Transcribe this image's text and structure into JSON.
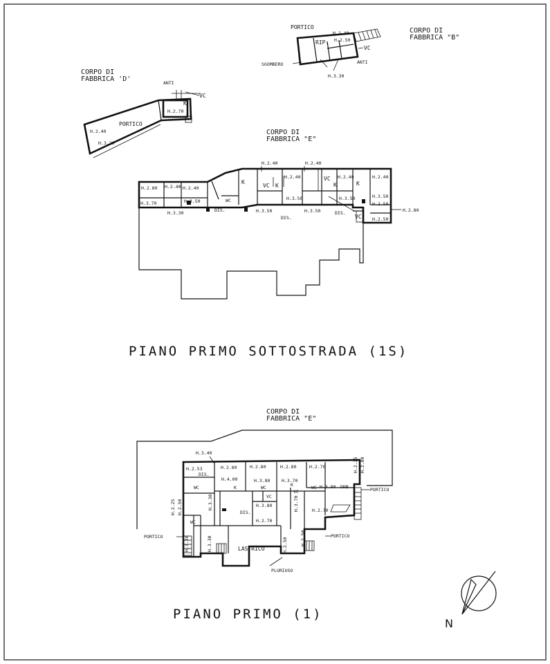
{
  "blocks": {
    "b": {
      "title1": "CORPO DI",
      "title2": "FABBRICA \"B\""
    },
    "d": {
      "title1": "CORPO DI",
      "title2": "FABBRICA 'D'"
    },
    "e_upper": {
      "title1": "CORPO DI",
      "title2": "FABBRICA \"E\""
    },
    "e_lower": {
      "title1": "CORPO DI",
      "title2": "FABBRICA \"E\""
    }
  },
  "plans": {
    "sottostrada": "PIANO PRIMO SOTTOSTRADA (1S)",
    "primo": "PIANO PRIMO (1)"
  },
  "labels_b": {
    "portico": "PORTICO",
    "rip": "RIP.",
    "h240": "H.2.40",
    "h250": "H.2.50",
    "vc": "VC",
    "sgombero": "SGOMBERO",
    "anti": "ANTI",
    "h330": "H.3.30"
  },
  "labels_d": {
    "anti": "ANTI",
    "vc": "VC",
    "h270": "H.2.70",
    "k": "K",
    "h240": "H.2.40",
    "portico": "PORTICO",
    "h320": "H.3.20"
  },
  "labels_e1": {
    "h240_top1": "H.2.40",
    "h240_top2": "H.2.40",
    "h280": "H.2.80",
    "h240_a": "H.2.40",
    "h240_b": "H.2.40",
    "h240_c": "H.2.40",
    "h240_d": "H.2.40",
    "h240_e": "H.2.40",
    "h370": "H.3.70",
    "h350_a": "H.3.50",
    "h330": "H.3.30",
    "dis_a": "DIS.",
    "wc": "WC",
    "vc_a": "VC",
    "k_a": "K",
    "vc_b": "VC",
    "k_b": "K",
    "h350_b": "H.3.50",
    "h350_c": "H.3.50",
    "h350_d": "H.3.50",
    "dis_b": "DIS.",
    "h350_e": "H.3.50",
    "dis_c": "DIS.",
    "h350_f": "H.3.50",
    "h250_a": "H.2.50",
    "h250_b": "H.2.50",
    "vc_c": "VC",
    "h280_r": "H.2.80",
    "k_c": "K",
    "k_d": "K"
  },
  "labels_e2": {
    "h340": "H.3.40",
    "h280_a": "H.2.80",
    "h280_b": "H.2.80",
    "h270_a": "H.2.70",
    "h225_r": "H.2.25",
    "h200_r": "H.2.00",
    "dis_a": "DIS.",
    "h400": "H.4.00",
    "h380_a": "H.3.80",
    "h370": "H.3.70",
    "wc_a": "WC",
    "wc_b": "WC",
    "wc_c": "WC",
    "vc_a": "VC",
    "vc_b": "VC",
    "k_a": "K",
    "k_b": "K",
    "dis_b": "DIS.",
    "h380_b": "H.3.80",
    "h270_b": "H.2.70",
    "h270_c": "H.2.70",
    "h380_c": "H.3.80",
    "portico_r": "PORTICO",
    "h225_l": "H.2.25",
    "h250_l": "H.2.50",
    "wc_d": "WC",
    "h320": "H.3.20",
    "h330": "H.3.30",
    "portico_l": "PORTICO",
    "lastrico": "LASTRICO",
    "pluriuso": "PLURIUSO",
    "portico_b": "PORTICO",
    "h280_c": "H.2.80",
    "h250_b": "H.2.50",
    "h370_b": "H.3.70",
    "h253": "H.2.53",
    "h250_c": "H.2.50",
    "h330_b": "H.3.30",
    "dnb": "DNB"
  },
  "north": {
    "letter": "N"
  }
}
